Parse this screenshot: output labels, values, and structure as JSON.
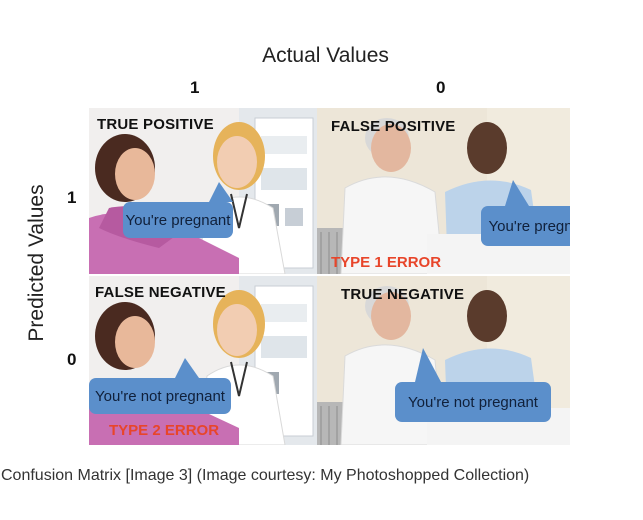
{
  "axes": {
    "x_title": "Actual Values",
    "y_title": "Predicted Values",
    "col_labels": [
      "1",
      "0"
    ],
    "row_labels": [
      "1",
      "0"
    ]
  },
  "cells": {
    "top_left": {
      "title": "TRUE POSITIVE",
      "speech": "You're pregnant",
      "error": ""
    },
    "top_right": {
      "title": "FALSE POSITIVE",
      "speech": "You're pregnant",
      "error": "TYPE 1 ERROR"
    },
    "bottom_left": {
      "title": "FALSE NEGATIVE",
      "speech": "You're not pregnant",
      "error": "TYPE 2 ERROR"
    },
    "bottom_right": {
      "title": "TRUE NEGATIVE",
      "speech": "You're not pregnant",
      "error": ""
    }
  },
  "colors": {
    "bubble": "#5b8fcb",
    "error_text": "#e8452a"
  },
  "caption": "Confusion Matrix [Image 3] (Image courtesy: My Photoshopped Collection)"
}
